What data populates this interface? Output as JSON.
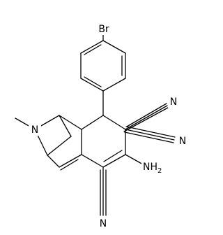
{
  "molecule": {
    "atoms": {
      "bromine": "Br",
      "nitrogen_ring": "N",
      "nitrile_n1": "N",
      "nitrile_n2": "N",
      "nitrile_n3": "N",
      "amino": "NH",
      "amino_subscript": "2"
    },
    "colors": {
      "bond": "#000000",
      "background": "#ffffff"
    }
  }
}
